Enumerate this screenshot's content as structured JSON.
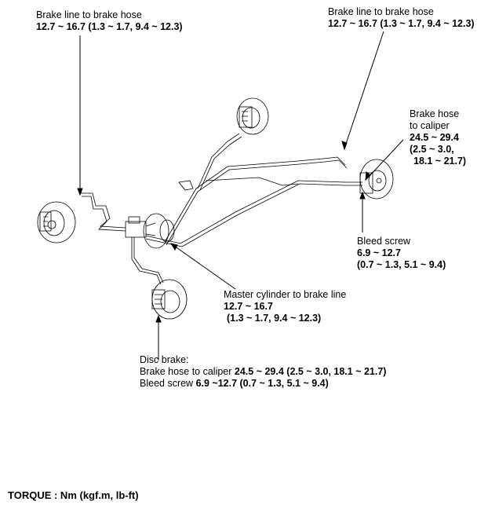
{
  "labels": {
    "top_left": {
      "title": "Brake line to brake hose",
      "value": "12.7 ~ 16.7 (1.3 ~ 1.7, 9.4 ~ 12.3)"
    },
    "top_right": {
      "title": "Brake line to brake hose",
      "value": "12.7 ~ 16.7 (1.3 ~ 1.7, 9.4 ~ 12.3)"
    },
    "brake_hose_caliper": {
      "line1": "Brake hose",
      "line2": "to caliper",
      "value1": "24.5 ~ 29.4",
      "value2": "(2.5 ~ 3.0,",
      "value3": "18.1 ~ 21.7)"
    },
    "bleed_screw": {
      "title": "Bleed screw",
      "value1": "6.9 ~ 12.7",
      "value2": "(0.7 ~ 1.3, 5.1 ~ 9.4)"
    },
    "master_cylinder": {
      "title": "Master cylinder to brake line",
      "value1": "12.7 ~ 16.7",
      "value2": "(1.3 ~ 1.7, 9.4 ~ 12.3)"
    },
    "disc_brake": {
      "title": "Disc brake:",
      "line1_text": "Brake hose to caliper ",
      "line1_value": "24.5 ~ 29.4 (2.5 ~ 3.0, 18.1 ~ 21.7)",
      "line2_text": "Bleed screw ",
      "line2_value": "6.9 ~12.7 (0.7 ~ 1.3, 5.1 ~ 9.4)"
    }
  },
  "footer": "TORQUE : Nm (kgf.m, lb-ft)"
}
